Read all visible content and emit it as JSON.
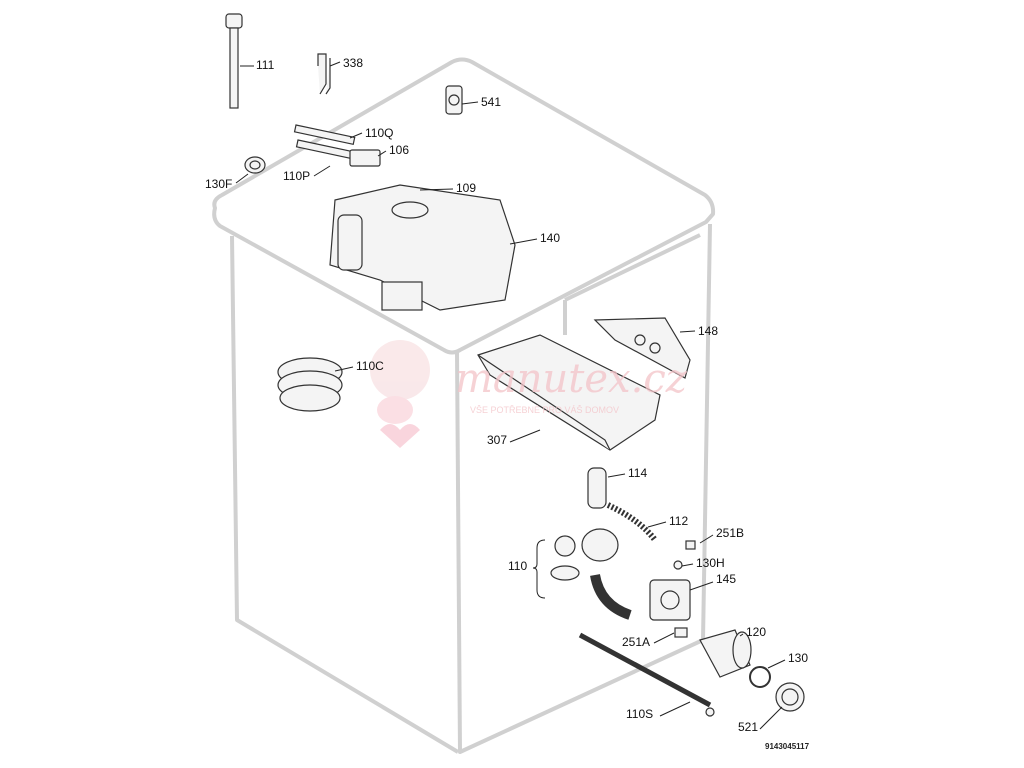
{
  "diagram": {
    "labels": {
      "p111": "111",
      "p338": "338",
      "p541": "541",
      "p110Q": "110Q",
      "p106": "106",
      "p130F": "130F",
      "p110P": "110P",
      "p109": "109",
      "p140": "140",
      "p148": "148",
      "p110C": "110C",
      "p307": "307",
      "p114": "114",
      "p112": "112",
      "p251B": "251B",
      "p110": "110",
      "p130H": "130H",
      "p145": "145",
      "p120": "120",
      "p251A": "251A",
      "p130": "130",
      "p110S": "110S",
      "p521": "521"
    },
    "drawing_code": "9143045117",
    "watermark": {
      "brand": "manutex.cz",
      "tagline": "VŠE POTŘEBNÉ PRO VÁŠ DOMOV"
    },
    "colors": {
      "outline": "#cfcfcf",
      "parts": "#333333",
      "watermark": "#f3c3c8"
    }
  }
}
